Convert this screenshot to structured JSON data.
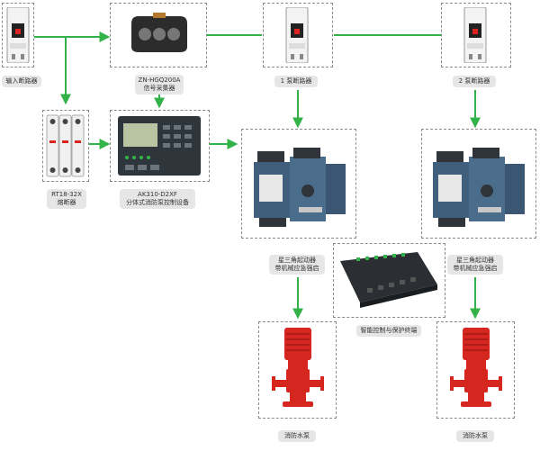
{
  "colors": {
    "connector_green": "#34b24a",
    "dashed_border": "#8a8a8a",
    "label_bg": "#e6e6e6",
    "pump_red": "#d5261f",
    "device_dark": "#2e343a",
    "device_steel": "#3f5f7d"
  },
  "labels": {
    "main_breaker": "输入断路器",
    "signal_collector_model": "ZN-HGQ200A",
    "signal_collector_name": "信号采集器",
    "breaker_1": "1 泵断路器",
    "breaker_2": "2 泵断路器",
    "fuse_model": "RT18-32X",
    "fuse_name": "熔断器",
    "controller_model": "AK310-D2XF",
    "controller_name": "分体式消防泵控制设备",
    "starter_1_line1": "星三角起动器",
    "starter_1_line2": "带机械应急强启",
    "starter_2_line1": "星三角起动器",
    "starter_2_line2": "带机械应急强启",
    "terminal_name": "智能控制与保护终端",
    "pump_1": "消防水泵",
    "pump_2": "消防水泵"
  },
  "icons": {
    "breaker": "circuit-breaker-icon",
    "collector": "three-phase-ct-sensor-icon",
    "fuse": "fuse-holder-icon",
    "controller": "lcd-control-panel-icon",
    "starter": "soft-starter-icon",
    "terminal": "io-terminal-module-icon",
    "pump": "vertical-fire-pump-icon"
  }
}
